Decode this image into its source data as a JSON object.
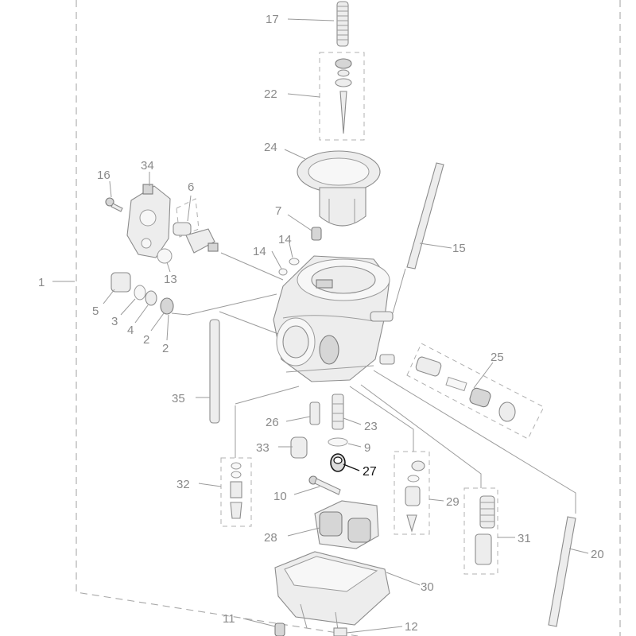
{
  "diagram": {
    "highlighted_part": "27",
    "callouts": {
      "p1": "1",
      "p2a": "2",
      "p2b": "2",
      "p3": "3",
      "p4": "4",
      "p5": "5",
      "p6": "6",
      "p7": "7",
      "p9": "9",
      "p10": "10",
      "p11": "11",
      "p12": "12",
      "p13": "13",
      "p14a": "14",
      "p14b": "14",
      "p15": "15",
      "p16": "16",
      "p17": "17",
      "p20": "20",
      "p22": "22",
      "p23": "23",
      "p24": "24",
      "p25": "25",
      "p26": "26",
      "p27": "27",
      "p28": "28",
      "p29": "29",
      "p30": "30",
      "p31": "31",
      "p32": "32",
      "p33": "33",
      "p34": "34",
      "p35": "35"
    },
    "colors": {
      "line": "#9a9a9a",
      "label": "#8a8a8a",
      "highlight": "#111111"
    }
  }
}
